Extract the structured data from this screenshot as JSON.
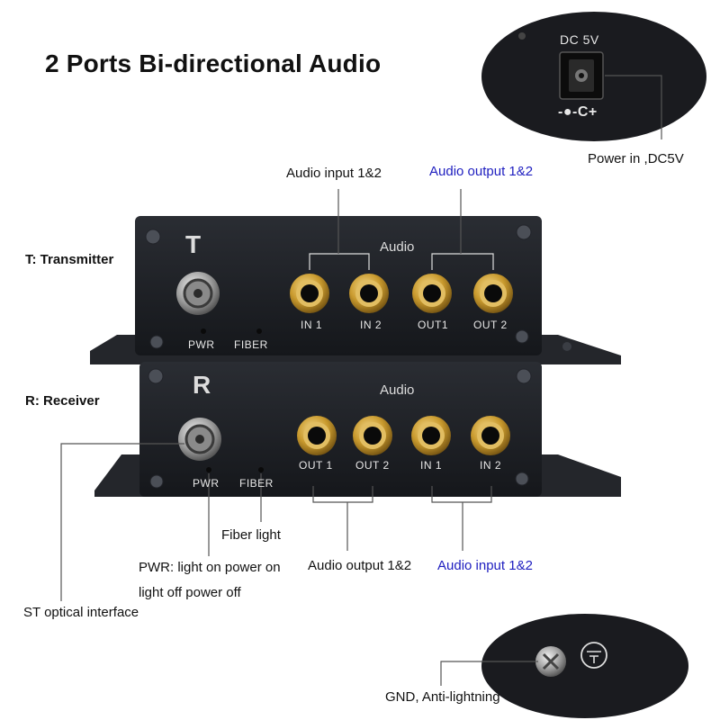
{
  "title": "2 Ports Bi-directional Audio",
  "power": {
    "jack_label": "DC 5V",
    "polarity": "-●-C+",
    "caption": "Power in ,DC5V"
  },
  "transmitter": {
    "side_label": "T: Transmitter",
    "letter": "T",
    "audio_label": "Audio",
    "ports": [
      "IN 1",
      "IN 2",
      "OUT1",
      "OUT 2"
    ],
    "leds": [
      "PWR",
      "FIBER"
    ],
    "callout_input": "Audio input 1&2",
    "callout_output": "Audio output 1&2"
  },
  "receiver": {
    "side_label": "R: Receiver",
    "letter": "R",
    "audio_label": "Audio",
    "ports": [
      "OUT 1",
      "OUT 2",
      "IN 1",
      "IN 2"
    ],
    "leds": [
      "PWR",
      "FIBER"
    ],
    "callout_output": "Audio output 1&2",
    "callout_input": "Audio input 1&2"
  },
  "notes": {
    "fiber_light": "Fiber light",
    "pwr_line1": "PWR:  light on power on",
    "pwr_line2": "light off power off",
    "st_interface": "ST optical interface",
    "gnd": "GND, Anti-lightning"
  },
  "colors": {
    "accent_blue": "#2020c0",
    "device_body": "#1b1d22",
    "gold": "#c99a2e"
  }
}
